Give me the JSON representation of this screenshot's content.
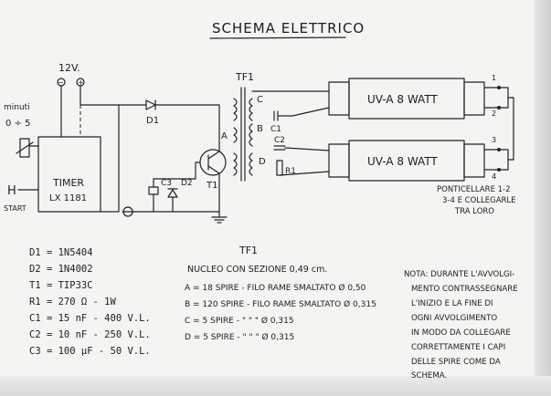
{
  "title": "SCHEMA ELETTRICO",
  "supply": {
    "voltage_label": "12V."
  },
  "timer": {
    "label": "TIMER",
    "model": "LX 1181",
    "minutes_label": "minuti",
    "minutes_values": "0 ÷ 5",
    "start_label": "START"
  },
  "components": {
    "d1": "D1",
    "d2": "D2",
    "t1": "T1",
    "c1": "C1",
    "c2": "C2",
    "c3": "C3",
    "r1": "R1",
    "tf1": "TF1",
    "winding_a": "A",
    "winding_b": "B",
    "winding_c": "C",
    "winding_d": "D",
    "minus": "−",
    "plus": "+"
  },
  "lamps": [
    {
      "label": "UV-A 8 WATT",
      "pin_left": "1",
      "pin_right": "2"
    },
    {
      "label": "UV-A 8 WATT",
      "pin_left": "3",
      "pin_right": "4"
    }
  ],
  "bridge_note": [
    "PONTICELLARE 1-2",
    "3-4 E COLLEGARLE",
    "TRA LORO"
  ],
  "parts_list": [
    "D1 = 1N5404",
    "D2 = 1N4002",
    "T1 = TIP33C",
    "R1 = 270 Ω - 1W",
    "C1 = 15 nF - 400 V.L.",
    "C2 = 10 nF - 250 V.L.",
    "C3 = 100 μF - 50 V.L."
  ],
  "transformer": {
    "title": "TF1",
    "core": "NUCLEO CON SEZIONE 0,49 cm.",
    "windings": [
      "A = 18 SPIRE - FILO RAME SMALTATO Ø 0,50",
      "B = 120 SPIRE - FILO RAME SMALTATO Ø 0,315",
      "C = 5 SPIRE -  \"      \"      \"      Ø 0,315",
      "D = 5 SPIRE -  \"      \"      \"      Ø 0,315"
    ]
  },
  "note": [
    "NOTA: DURANTE L'AVVOLGI-",
    "MENTO CONTRASSEGNARE",
    "L'INIZIO E LA FINE DI",
    "OGNI AVVOLGIMENTO",
    "IN MODO DA COLLEGARE",
    "CORRETTAMENTE I CAPI",
    "DELLE SPIRE COME DA",
    "SCHEMA."
  ]
}
